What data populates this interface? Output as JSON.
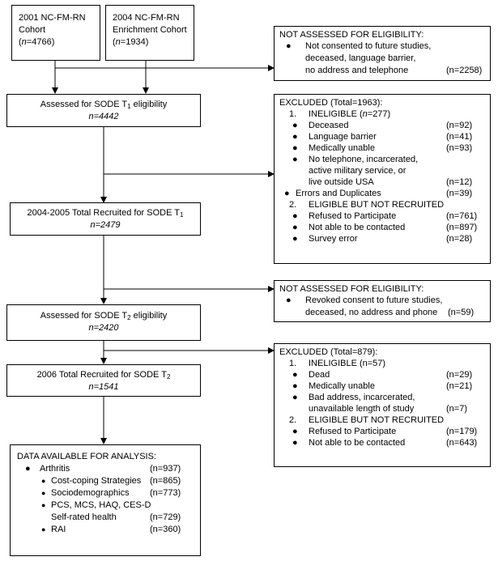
{
  "cohort_2001": {
    "line1": "2001 NC-FM-RN",
    "line2": "Cohort",
    "n_label": "n",
    "n_value": "=4766)"
  },
  "cohort_2004": {
    "line1": "2004 NC-FM-RN",
    "line2": "Enrichment Cohort",
    "n_label": "n",
    "n_value": "=1934)"
  },
  "not_assessed_1": {
    "title": "NOT ASSESSED FOR ELIGIBILITY:",
    "lines": [
      "Not consented to future studies,",
      "deceased, language barrier,",
      "no address and telephone"
    ],
    "count": "(n=2258)"
  },
  "assessed_t1": {
    "line1": "Assessed for SODE T",
    "sub": "1",
    "line1_end": " eligibility",
    "n_label": "n",
    "n_value": "=4442"
  },
  "excluded_1": {
    "title": "EXCLUDED (Total=1963):",
    "ineligible_num": "1.",
    "ineligible": "INELIGIBLE (",
    "ineligible_n": "n",
    "ineligible_end": "=277)",
    "items": [
      {
        "label": "Deceased",
        "count": "(n=92)"
      },
      {
        "label": "Language barrier",
        "count": "(n=41)"
      },
      {
        "label": "Medically unable",
        "count": "(n=93)"
      },
      {
        "label": "No telephone, incarcerated,",
        "label2": "active military service, or",
        "label3": "live outside USA",
        "count": "(n=12)"
      }
    ],
    "errors": {
      "label": "Errors and Duplicates",
      "count": "(n=39)"
    },
    "eligible_num": "2.",
    "eligible": "ELIGIBLE BUT NOT RECRUITED",
    "eligible_items": [
      {
        "label": "Refused to Participate",
        "count": "(n=761)"
      },
      {
        "label": "Not able to be contacted",
        "count": "(n=897)"
      },
      {
        "label": "Survey error",
        "count": "(n=28)"
      }
    ]
  },
  "recruited_t1": {
    "line1": "2004-2005 Total Recruited for SODE T",
    "sub": "1",
    "n_label": "n",
    "n_value": "=2479"
  },
  "not_assessed_2": {
    "title": "NOT ASSESSED FOR ELIGIBILITY:",
    "lines": [
      "Revoked consent to future studies,",
      "deceased, no address and phone"
    ],
    "count": "(n=59)"
  },
  "assessed_t2": {
    "line1": "Assessed for SODE T",
    "sub": "2",
    "line1_end": " eligibility",
    "n_label": "n",
    "n_value": "=2420"
  },
  "excluded_2": {
    "title": "EXCLUDED (Total=879):",
    "ineligible_num": "1.",
    "ineligible": "INELIGIBLE (n=57)",
    "items": [
      {
        "label": "Dead",
        "count": "(n=29)"
      },
      {
        "label": "Medically unable",
        "count": "(n=21)"
      },
      {
        "label": "Bad address, incarcerated,",
        "label2": "unavailable length of study",
        "count": "(n=7)"
      }
    ],
    "eligible_num": "2.",
    "eligible": "ELIGIBLE BUT NOT RECRUITED",
    "eligible_items": [
      {
        "label": "Refused to Participate",
        "count": "(n=179)"
      },
      {
        "label": "Not able to be contacted",
        "count": "(n=643)"
      }
    ]
  },
  "recruited_t2": {
    "line1": "2006 Total Recruited for SODE T",
    "sub": "2",
    "n_label": "n",
    "n_value": "=1541"
  },
  "analysis": {
    "title": "DATA AVAILABLE FOR ANALYSIS:",
    "main": {
      "label": "Arthritis",
      "count": "(n=937)"
    },
    "sub": [
      {
        "label": "Cost-coping Strategies",
        "count": "(n=865)"
      },
      {
        "label": "Sociodemographics",
        "count": "(n=773)"
      },
      {
        "label": "PCS, MCS, HAQ, CES-D",
        "label2": "Self-rated health",
        "count": "(n=729)"
      },
      {
        "label": "RAI",
        "count": "(n=360)"
      }
    ]
  }
}
